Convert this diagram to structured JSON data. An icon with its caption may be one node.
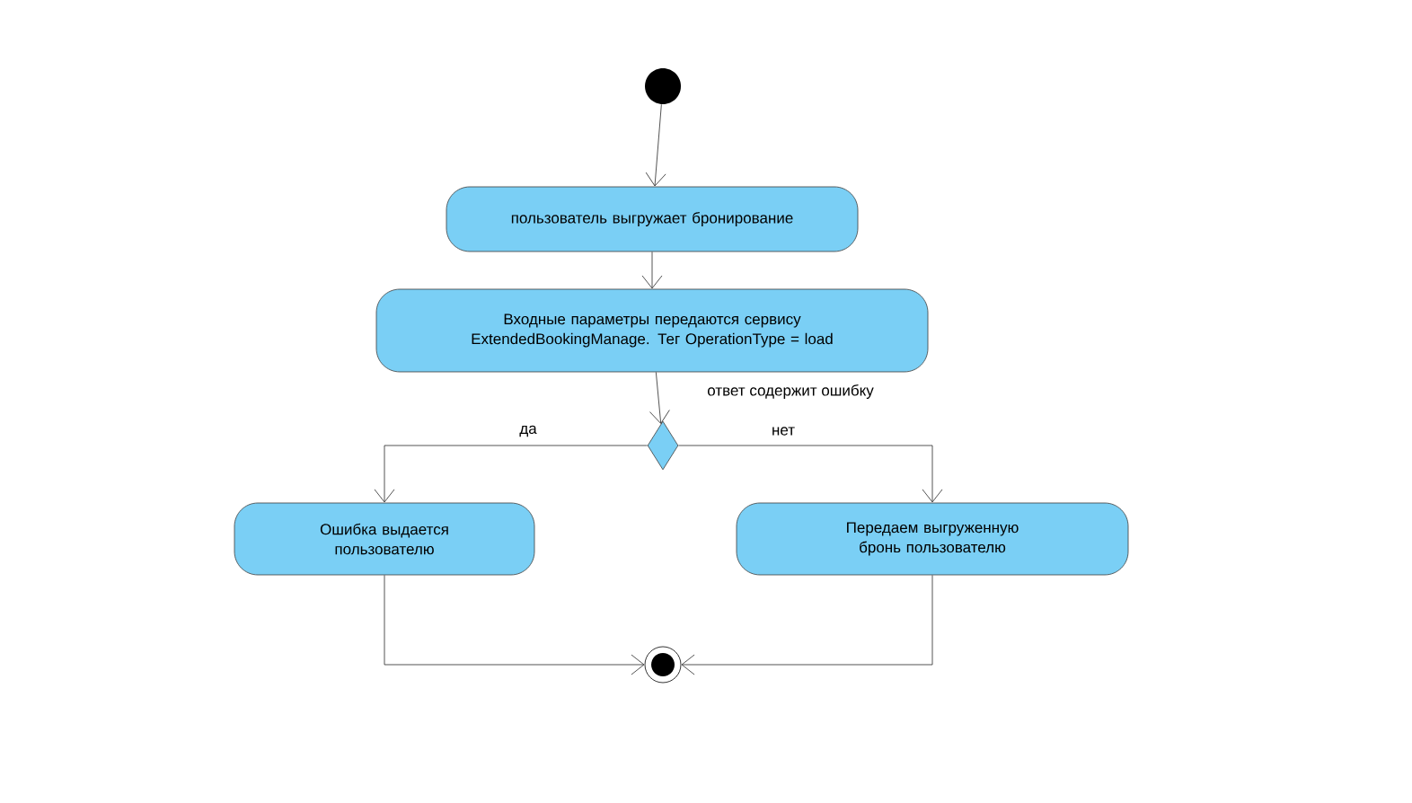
{
  "diagram": {
    "nodes": [
      {
        "text": [],
        "shape": "circle"
      },
      {
        "text": [
          "пользователь выгружает бронирование"
        ]
      },
      {
        "text": [
          "Входные параметры передаются сервису ExtendedBookingManage. Тег OperationType = load"
        ]
      },
      {
        "text": [],
        "shape": "diamond"
      },
      {
        "text": [
          "Ошибка выдается пользователю"
        ]
      },
      {
        "text": [
          "Передаем выгруженную бронь пользователю"
        ]
      },
      {
        "text": [],
        "shape": "circle"
      }
    ],
    "edges": [
      {
        "from": 0,
        "to": 1,
        "arrow": "to"
      },
      {
        "from": 1,
        "to": 2,
        "arrow": "to"
      },
      {
        "from": 2,
        "to": 3,
        "arrow": "to",
        "label": "ответ содержит ошибку"
      },
      {
        "from": 3,
        "to": 4,
        "arrow": "to",
        "label": "да"
      },
      {
        "from": 3,
        "to": 5,
        "arrow": "to",
        "label": "нет"
      },
      {
        "from": 4,
        "to": 6,
        "arrow": "to"
      },
      {
        "from": 5,
        "to": 6,
        "arrow": "to"
      }
    ]
  }
}
